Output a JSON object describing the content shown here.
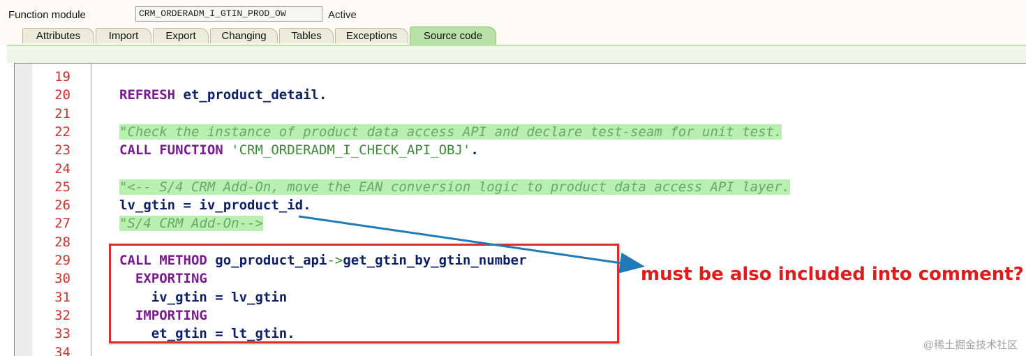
{
  "header": {
    "label": "Function module",
    "name_value": "CRM_ORDERADM_I_GTIN_PROD_OW",
    "status": "Active"
  },
  "tabs": [
    {
      "label": "Attributes"
    },
    {
      "label": "Import"
    },
    {
      "label": "Export"
    },
    {
      "label": "Changing"
    },
    {
      "label": "Tables"
    },
    {
      "label": "Exceptions"
    },
    {
      "label": "Source code",
      "active": true
    }
  ],
  "editor": {
    "lines": [
      {
        "n": "19",
        "segs": []
      },
      {
        "n": "20",
        "segs": [
          [
            "kw",
            "REFRESH"
          ],
          [
            "id",
            " et_product_detail."
          ]
        ]
      },
      {
        "n": "21",
        "segs": []
      },
      {
        "n": "22",
        "segs": [
          [
            "cmt",
            "\"Check the instance of product data access API and declare test-seam for unit test."
          ]
        ]
      },
      {
        "n": "23",
        "segs": [
          [
            "kw",
            "CALL FUNCTION"
          ],
          [
            "str",
            " 'CRM_ORDERADM_I_CHECK_API_OBJ'"
          ],
          [
            "op",
            "."
          ]
        ]
      },
      {
        "n": "24",
        "segs": []
      },
      {
        "n": "25",
        "segs": [
          [
            "cmt",
            "\"<-- S/4 CRM Add-On, move the EAN conversion logic to product data access API layer."
          ]
        ]
      },
      {
        "n": "26",
        "segs": [
          [
            "id",
            "lv_gtin = iv_product_id."
          ]
        ]
      },
      {
        "n": "27",
        "segs": [
          [
            "cmt",
            "\"S/4 CRM Add-On-->"
          ]
        ]
      },
      {
        "n": "28",
        "segs": []
      },
      {
        "n": "29",
        "segs": [
          [
            "kw",
            "CALL METHOD"
          ],
          [
            "id",
            " go_product_api"
          ],
          [
            "str",
            "->"
          ],
          [
            "id",
            "get_gtin_by_gtin_number"
          ]
        ]
      },
      {
        "n": "30",
        "segs": [
          [
            "kw",
            "  EXPORTING"
          ]
        ]
      },
      {
        "n": "31",
        "segs": [
          [
            "id",
            "    iv_gtin = lv_gtin"
          ]
        ]
      },
      {
        "n": "32",
        "segs": [
          [
            "kw",
            "  IMPORTING"
          ]
        ]
      },
      {
        "n": "33",
        "segs": [
          [
            "id",
            "    et_gtin = lt_gtin."
          ]
        ]
      },
      {
        "n": "34",
        "segs": []
      }
    ]
  },
  "annotation": {
    "text": "must be also included into comment?",
    "color": "#e11b1b"
  },
  "watermark": "@稀土掘金技术社区",
  "colors": {
    "keyword": "#7a1a8f",
    "identifier": "#0b1f6b",
    "string": "#3a8a34",
    "comment": "#6aa86a",
    "comment_bg": "#b8f0b0",
    "line_number": "#d0312d",
    "active_tab": "#b9e0a5",
    "highlight_box": "#e12a2a",
    "arrow": "#1f7bb5"
  }
}
